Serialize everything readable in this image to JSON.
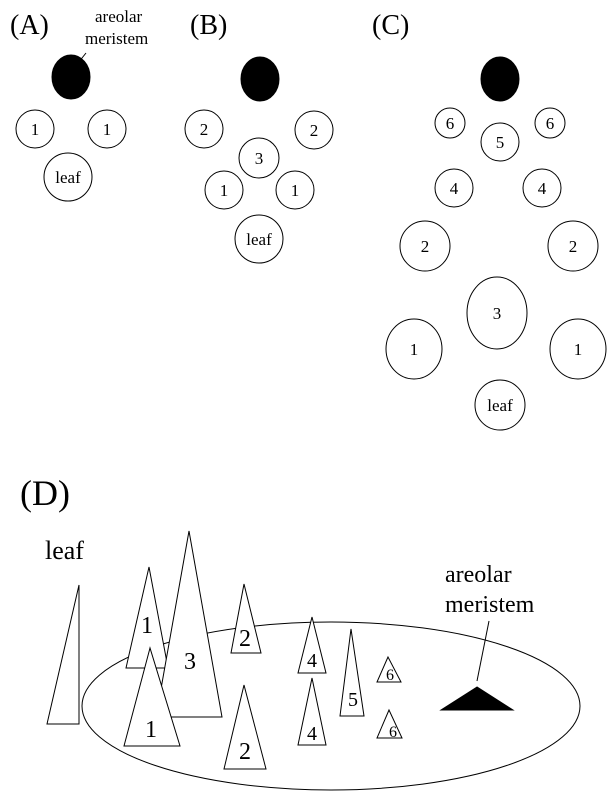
{
  "panels": {
    "a": {
      "label": "(A)"
    },
    "b": {
      "label": "(B)"
    },
    "c": {
      "label": "(C)"
    },
    "d": {
      "label": "(D)"
    }
  },
  "annotation": {
    "line1": "areolar",
    "line2": "meristem"
  },
  "circles": {
    "leaf": "leaf",
    "n1": "1",
    "n2": "2",
    "n3": "3",
    "n4": "4",
    "n5": "5",
    "n6": "6"
  },
  "side_view": {
    "leaf": "leaf",
    "meristem_line1": "areolar",
    "meristem_line2": "meristem",
    "n1": "1",
    "n2": "2",
    "n3": "3",
    "n4": "4",
    "n5": "5",
    "n6": "6"
  },
  "colors": {
    "ink": "#000000",
    "paper": "#ffffff"
  }
}
